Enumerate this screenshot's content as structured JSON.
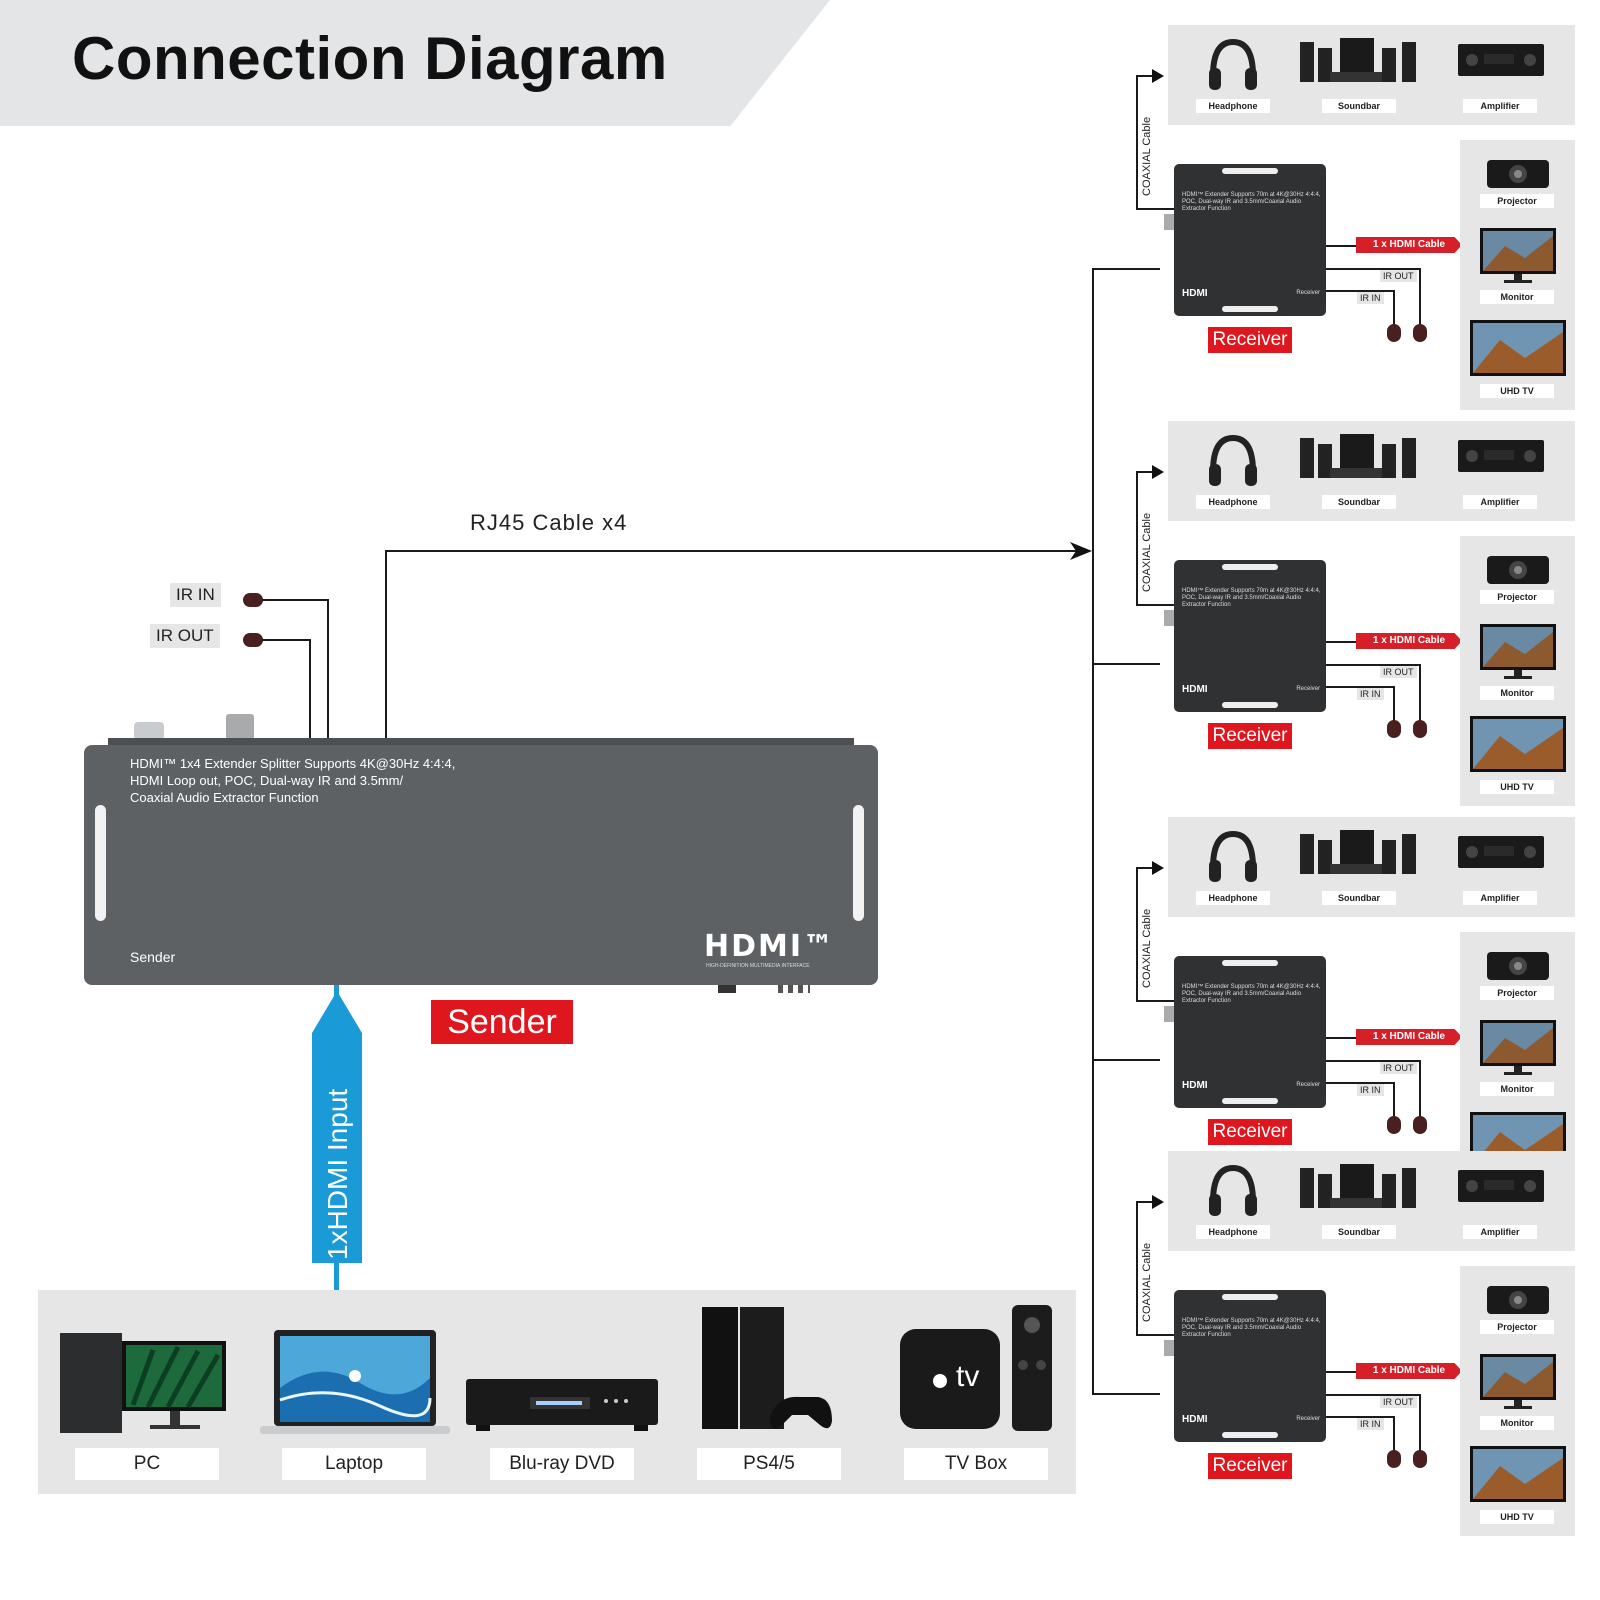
{
  "title": "Connection Diagram",
  "rj45_label": "RJ45  Cable x4",
  "sender": {
    "desc_line1": "HDMI™ 1x4 Extender Splitter Supports 4K@30Hz 4:4:4,",
    "desc_line2": "HDMI Loop out, POC, Dual-way IR and 3.5mm/",
    "desc_line3": "Coaxial Audio Extractor Function",
    "body_label": "Sender",
    "hdmi_logo": "HDMI™",
    "hdmi_tagline": "HIGH-DEFINITION MULTIMEDIA INTERFACE",
    "caption": "Sender",
    "ir_in": "IR IN",
    "ir_out": "IR OUT"
  },
  "hdmi_input_label": "1xHDMI Input",
  "sources": [
    {
      "label": "PC",
      "icon": "pc-icon"
    },
    {
      "label": "Laptop",
      "icon": "laptop-icon"
    },
    {
      "label": "Blu-ray DVD",
      "icon": "bluray-icon"
    },
    {
      "label": "PS4/5",
      "icon": "ps4-icon"
    },
    {
      "label": "TV Box",
      "icon": "tvbox-icon"
    }
  ],
  "tvbox_text": "tv",
  "receiver_block": {
    "desc": "HDMI™ Extender Supports 70m at 4K@30Hz 4:4:4, POC, Dual-way IR and 3.5mm/Coaxial Audio Extractor Function",
    "hdmi_logo": "HDMI",
    "body_label": "Receiver",
    "caption": "Receiver",
    "coax_label": "COAXIAL  Cable",
    "hdmi_cable": "1 x HDMI Cable",
    "ir_out": "IR OUT",
    "ir_in": "IR IN",
    "audio_devices": [
      "Headphone",
      "Soundbar",
      "Amplifier"
    ],
    "video_devices": [
      "Projector",
      "Monitor",
      "UHD TV"
    ]
  },
  "colors": {
    "accent_red": "#e0161e",
    "hdmi_input_blue": "#1a9ad6",
    "device_gray": "#5d6164",
    "panel_gray": "#e6e6e6"
  }
}
